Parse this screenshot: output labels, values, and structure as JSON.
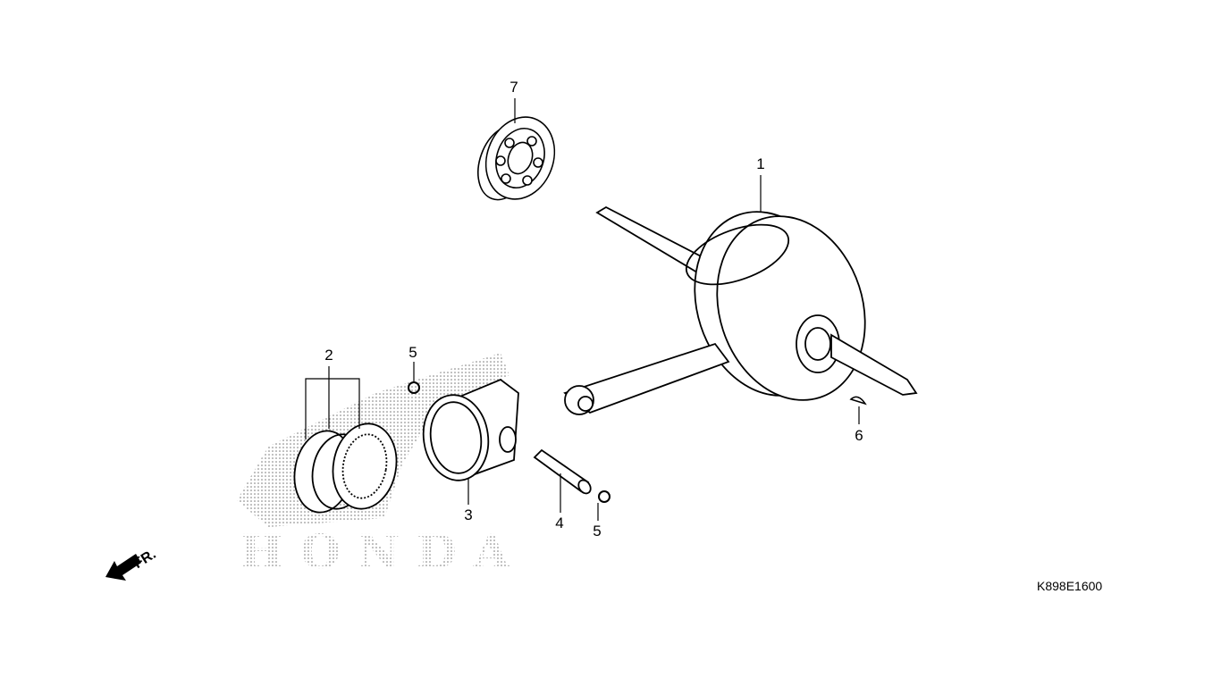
{
  "diagram": {
    "part_code": "K898E1600",
    "direction_label": "FR.",
    "watermark": "HONDA",
    "callouts": [
      {
        "number": "1",
        "part": "crankshaft"
      },
      {
        "number": "2",
        "part": "piston-rings"
      },
      {
        "number": "3",
        "part": "piston"
      },
      {
        "number": "4",
        "part": "piston-pin"
      },
      {
        "number": "5",
        "part": "piston-pin-clip"
      },
      {
        "number": "5",
        "part": "piston-pin-clip"
      },
      {
        "number": "6",
        "part": "woodruff-key"
      },
      {
        "number": "7",
        "part": "bearing"
      }
    ]
  }
}
